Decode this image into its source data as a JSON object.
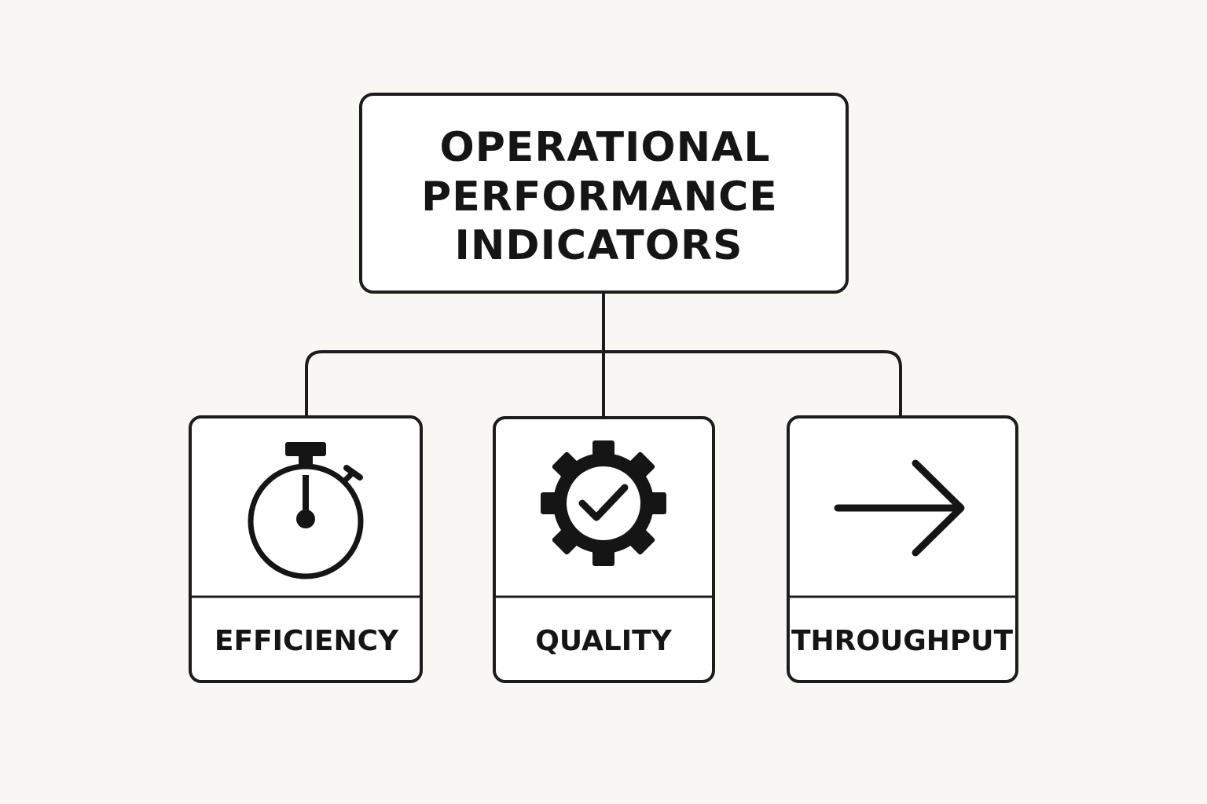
{
  "root": {
    "lines": [
      "OPERATIONAL",
      "PERFORMANCE",
      "INDICATORS"
    ]
  },
  "children": [
    {
      "label": "EFFICIENCY",
      "icon": "stopwatch-icon"
    },
    {
      "label": "QUALITY",
      "icon": "gear-check-icon"
    },
    {
      "label": "THROUGHPUT",
      "icon": "arrow-right-icon"
    }
  ],
  "colors": {
    "background": "#f8f7f3",
    "stroke": "#1c1c1c",
    "box_fill": "#ffffff"
  }
}
